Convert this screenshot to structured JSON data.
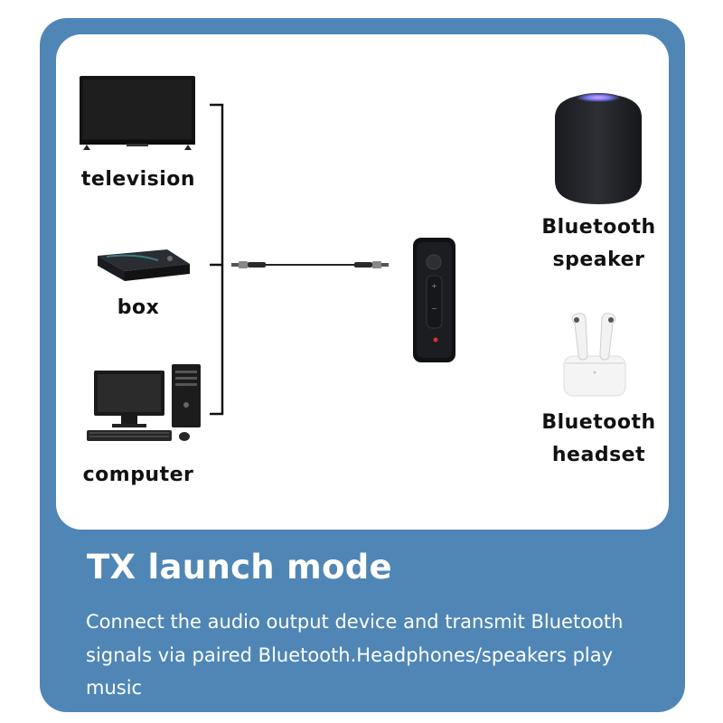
{
  "sources": [
    {
      "label": "television",
      "icon": "television-icon"
    },
    {
      "label": "box",
      "icon": "set-top-box-icon"
    },
    {
      "label": "computer",
      "icon": "desktop-computer-icon"
    }
  ],
  "receivers": {
    "speaker_label_line1": "Bluetooth",
    "speaker_label_line2": "speaker",
    "headset_label_line1": "Bluetooth",
    "headset_label_line2": "headset"
  },
  "mode": {
    "title": "TX launch mode",
    "description_line1": "Connect the audio output device and transmit Bluetooth",
    "description_line2": "signals via paired Bluetooth.Headphones/speakers play",
    "description_line3": "music"
  },
  "colors": {
    "frame": "#4f86b6",
    "panel": "#ffffff",
    "text_dark": "#111111",
    "text_light": "#ffffff",
    "indicator_led": "#e0302a"
  }
}
